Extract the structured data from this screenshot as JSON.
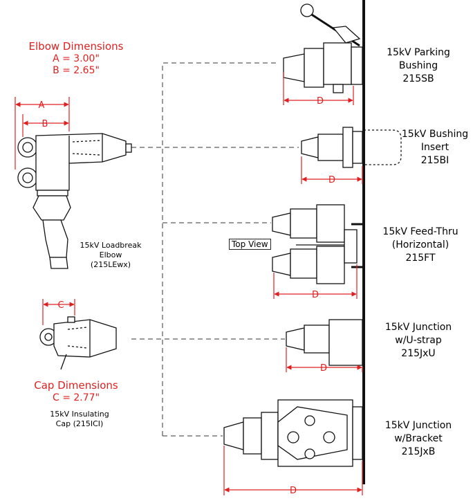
{
  "elbow_dims": {
    "title": "Elbow Dimensions",
    "a": "A = 3.00\"",
    "b": "B = 2.65\""
  },
  "cap_dims": {
    "title": "Cap Dimensions",
    "c": "C = 2.77\""
  },
  "elbow_label": [
    "15kV Loadbreak",
    "Elbow",
    "(215LEwx)"
  ],
  "cap_label": [
    "15kV Insulating",
    "Cap (215ICI)"
  ],
  "top_view": "Top View",
  "dim_letters": {
    "a": "A",
    "b": "B",
    "c": "C",
    "d": "D"
  },
  "products": [
    {
      "lines": [
        "15kV Parking",
        "Bushing",
        "215SB"
      ]
    },
    {
      "lines": [
        "15kV Bushing",
        "Insert",
        "215BI"
      ]
    },
    {
      "lines": [
        "15kV Feed-Thru",
        "(Horizontal)",
        "215FT"
      ]
    },
    {
      "lines": [
        "15kV Junction",
        "w/U-strap",
        "215JxU"
      ]
    },
    {
      "lines": [
        "15kV Junction",
        "w/Bracket",
        "215JxB"
      ]
    }
  ],
  "colors": {
    "dimension": "#e02020",
    "line": "#111111"
  }
}
